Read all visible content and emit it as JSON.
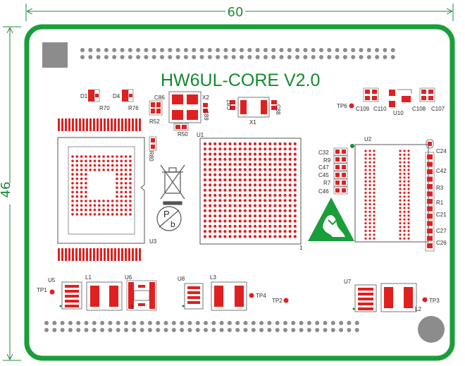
{
  "board": {
    "title": "HW6UL-CORE V2.0",
    "width_label": "60",
    "height_label": "46",
    "outline_color": "#1a9e3a",
    "pad_color": "#e02020",
    "hole_color": "#8c8c8c"
  },
  "labels": {
    "d1": "D1",
    "r70": "R70",
    "d4": "D4",
    "r76": "R76",
    "c86": "C86",
    "x2": "X2",
    "c89": "C89",
    "r52": "R52",
    "r50": "R50",
    "c87": "C87",
    "x1": "X1",
    "c88": "C88",
    "tp6": "TP6",
    "c109": "C109",
    "c110": "C110",
    "u10": "U10",
    "c108": "C108",
    "c107": "C107",
    "u1": "U1",
    "u2": "U2",
    "u3": "U3",
    "r80": "R80",
    "c32": "C32",
    "r9": "R9",
    "c47": "C47",
    "c45": "C45",
    "r7": "R7",
    "c46": "C46",
    "c24": "C24",
    "c42": "C42",
    "r3": "R3",
    "r1": "R1",
    "c21": "C21",
    "c27": "C27",
    "c26": "C26",
    "u5": "U5",
    "tp1": "TP1",
    "l1": "L1",
    "u6": "U6",
    "u8": "U8",
    "l3": "L3",
    "tp4": "TP4",
    "tp2": "TP2",
    "u7": "U7",
    "l2": "L2",
    "tp3": "TP3",
    "pb": "P",
    "pb_sub": "b",
    "one_a": "1",
    "one_b": "1"
  }
}
